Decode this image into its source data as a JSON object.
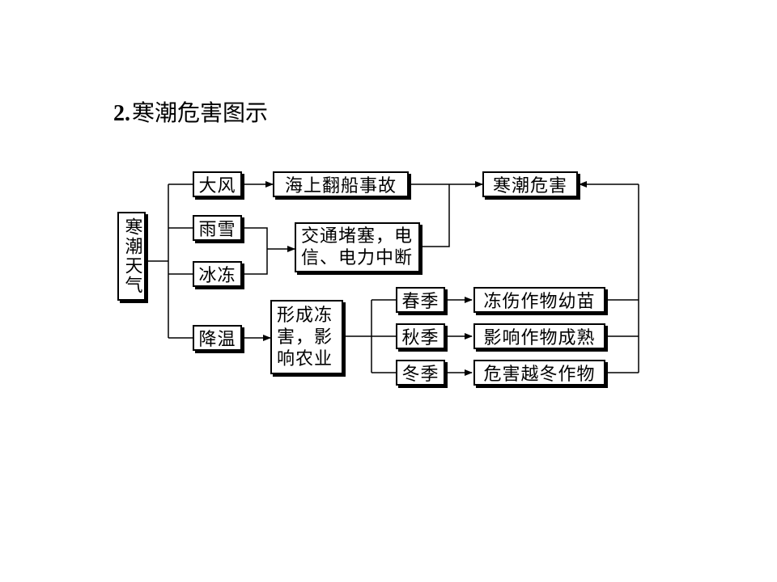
{
  "title": {
    "number": "2",
    "separator": ".",
    "text": "寒潮危害图示"
  },
  "diagram": {
    "source": "寒潮天气",
    "causes": [
      "大风",
      "雨雪",
      "冰冻",
      "降温"
    ],
    "effects": {
      "shipwreck": "海上翻船事故",
      "traffic": "交通堵塞，电信、电力中断",
      "frost": "形成冻害，影响农业"
    },
    "seasons": [
      "春季",
      "秋季",
      "冬季"
    ],
    "crop_effects": [
      "冻伤作物幼苗",
      "影响作物成熟",
      "危害越冬作物"
    ],
    "result": "寒潮危害"
  }
}
